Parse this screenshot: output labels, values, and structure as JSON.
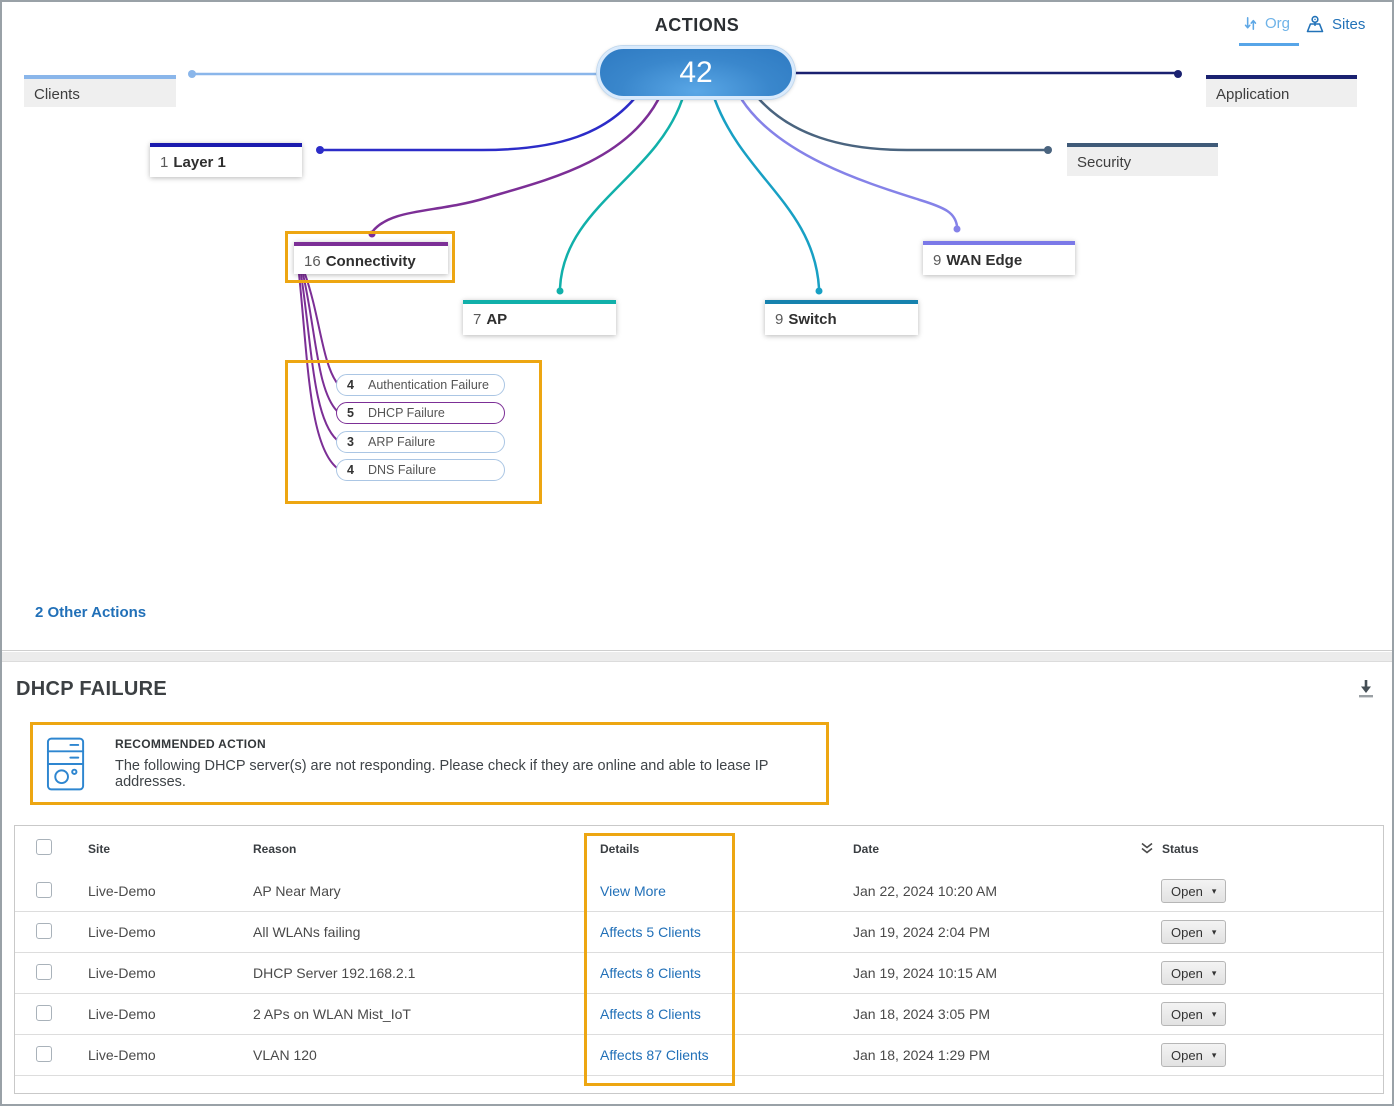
{
  "page": {
    "title": "ACTIONS",
    "view_toggle": {
      "org_label": "Org",
      "sites_label": "Sites",
      "active": "Org"
    },
    "other_actions_link": "2 Other Actions"
  },
  "tree": {
    "root": {
      "value": "42"
    },
    "nodes": [
      {
        "id": "clients",
        "count": "",
        "label": "Clients",
        "color": "#8ab6ea",
        "edge": "#8ab6ea"
      },
      {
        "id": "application",
        "count": "",
        "label": "Application",
        "color": "#1a2170",
        "edge": "#1a2170"
      },
      {
        "id": "layer1",
        "count": "1",
        "label": "Layer 1",
        "color": "#1b1bae",
        "edge": "#2c2cc8"
      },
      {
        "id": "security",
        "count": "",
        "label": "Security",
        "color": "#3f5a78",
        "edge": "#4a647f"
      },
      {
        "id": "connectivity",
        "count": "16",
        "label": "Connectivity",
        "color": "#7c2f96",
        "edge": "#7c2f96"
      },
      {
        "id": "ap",
        "count": "7",
        "label": "AP",
        "color": "#11b0aa",
        "edge": "#11b0aa"
      },
      {
        "id": "switch",
        "count": "9",
        "label": "Switch",
        "color": "#1682ae",
        "edge": "#18a0c4"
      },
      {
        "id": "wan_edge",
        "count": "9",
        "label": "WAN Edge",
        "color": "#7b79e8",
        "edge": "#8582e8"
      }
    ],
    "sub_nodes": [
      {
        "count": "4",
        "label": "Authentication Failure",
        "selected": false
      },
      {
        "count": "5",
        "label": "DHCP Failure",
        "selected": true
      },
      {
        "count": "3",
        "label": "ARP Failure",
        "selected": false
      },
      {
        "count": "4",
        "label": "DNS Failure",
        "selected": false
      }
    ]
  },
  "detail": {
    "title": "DHCP FAILURE",
    "recommended_action": {
      "heading": "RECOMMENDED ACTION",
      "description": "The following DHCP server(s) are not responding. Please check if they are online and able to lease IP addresses."
    },
    "table": {
      "columns": [
        "Site",
        "Reason",
        "Details",
        "Date",
        "Status"
      ],
      "rows": [
        {
          "site": "Live-Demo",
          "reason": "AP Near Mary",
          "details": "View More",
          "date": "Jan 22, 2024 10:20 AM",
          "status": "Open"
        },
        {
          "site": "Live-Demo",
          "reason": "All WLANs failing",
          "details": "Affects 5 Clients",
          "date": "Jan 19, 2024 2:04 PM",
          "status": "Open"
        },
        {
          "site": "Live-Demo",
          "reason": "DHCP Server 192.168.2.1",
          "details": "Affects 8 Clients",
          "date": "Jan 19, 2024 10:15 AM",
          "status": "Open"
        },
        {
          "site": "Live-Demo",
          "reason": "2 APs on WLAN Mist_IoT",
          "details": "Affects 8 Clients",
          "date": "Jan 18, 2024 3:05 PM",
          "status": "Open"
        },
        {
          "site": "Live-Demo",
          "reason": "VLAN 120",
          "details": "Affects 87 Clients",
          "date": "Jan 18, 2024 1:29 PM",
          "status": "Open"
        }
      ]
    }
  },
  "icons": {
    "org": "sort-arrows-icon",
    "sites": "map-marker-icon",
    "download": "download-arrow-icon",
    "status_sort": "double-chevron-down-icon",
    "recommended_action": "server-icon"
  },
  "colors": {
    "highlight": "#eda612",
    "link": "#2170b8",
    "selected_pill_border": "#7c2f96",
    "root_gradient_start": "#5aa7e6",
    "root_gradient_end": "#2e7ac2"
  }
}
